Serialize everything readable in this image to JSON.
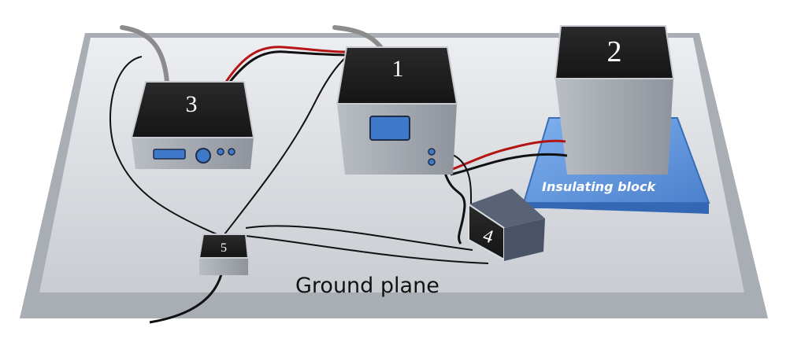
{
  "labels": {
    "box1": "1",
    "box2": "2",
    "box3": "3",
    "box4": "4",
    "box5": "5",
    "insulating_block": "Insulating block",
    "ground_plane": "Ground plane"
  },
  "colors": {
    "ground_plane": "#d6d8dc",
    "insulating_block": "#5b8fd6",
    "box_top": "#1e1e1e",
    "box_side": "#9aa0a8",
    "screen": "#3f79c9",
    "cable_red": "#b41414",
    "cable_black": "#111111",
    "cable_gray": "#8c8c8c"
  }
}
